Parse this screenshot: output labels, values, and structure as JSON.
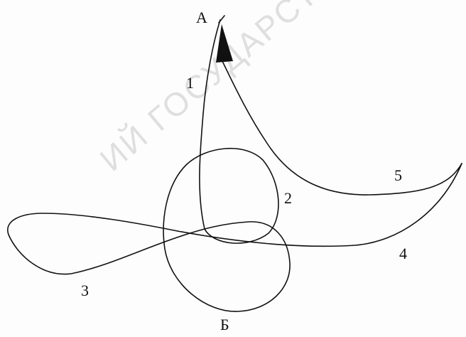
{
  "diagram": {
    "point_start": "А",
    "point_end": "Б",
    "segment_labels": [
      "1",
      "2",
      "3",
      "4",
      "5"
    ],
    "line_color": "#111111",
    "watermark": "ИЙ ГОСУДАРСТВЕННЫЙ УНИВ"
  }
}
